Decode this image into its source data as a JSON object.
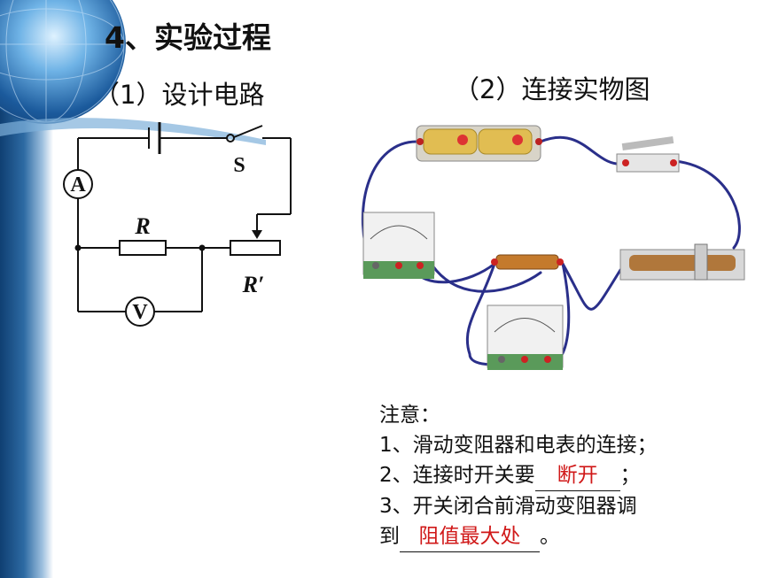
{
  "title": "4、实验过程",
  "left_subtitle": "（1）设计电路",
  "right_subtitle": "（2）连接实物图",
  "circuit_labels": {
    "ammeter": "A",
    "voltmeter": "V",
    "switch": "S",
    "resistor": "R",
    "rheostat": "R′"
  },
  "notes": {
    "heading": "注意：",
    "item1": "1、滑动变阻器和电表的连接；",
    "item2_prefix": "2、连接时开关要",
    "item2_answer": "断开",
    "item2_suffix": "；",
    "item3_line1": "3、开关闭合前滑动变阻器调",
    "item3_prefix": "到",
    "item3_answer": "阻值最大处",
    "item3_suffix": "。"
  },
  "colors": {
    "answer": "#d01818",
    "wire": "#2a2f8a",
    "band": "#1b5a9c"
  }
}
